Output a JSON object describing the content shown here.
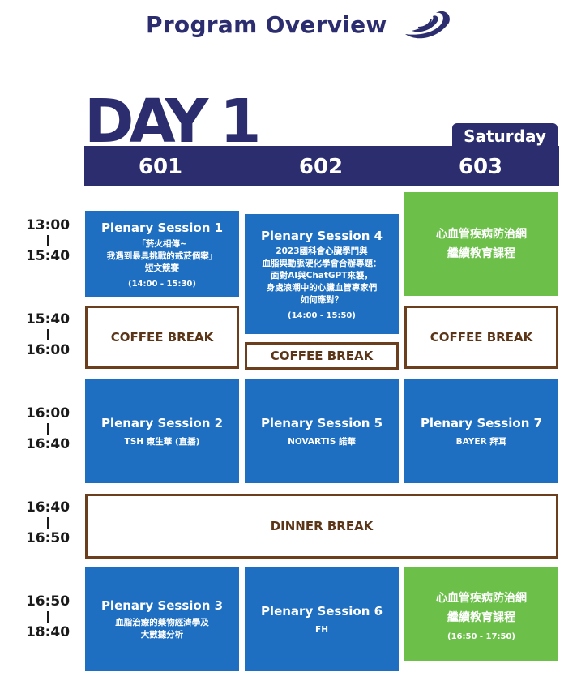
{
  "header": {
    "title": "Program Overview"
  },
  "day": {
    "label": "DAY 1",
    "weekday": "Saturday"
  },
  "rooms": [
    "601",
    "602",
    "603"
  ],
  "times": [
    {
      "start": "13:00",
      "end": "15:40"
    },
    {
      "start": "15:40",
      "end": "16:00"
    },
    {
      "start": "16:00",
      "end": "16:40"
    },
    {
      "start": "16:40",
      "end": "16:50"
    },
    {
      "start": "16:50",
      "end": "18:40"
    }
  ],
  "sessions": {
    "ps1": {
      "title": "Plenary Session 1",
      "sub": [
        "「菸火相傳~",
        "我遇到最具挑戰的戒菸個案」",
        "短文競賽"
      ],
      "time": "(14:00 - 15:30)"
    },
    "ps4": {
      "title": "Plenary Session 4",
      "sub": [
        "2023國科會心臟學門與",
        "血脂與動脈硬化學會合辦專題：",
        "面對AI與ChatGPT來襲，",
        "身處浪潮中的心臟血管專家們",
        "如何應對？"
      ],
      "time": "(14:00 - 15:50)"
    },
    "cme1": {
      "title": [
        "心血管疾病防治網",
        "繼續教育課程"
      ]
    },
    "ps2": {
      "title": "Plenary Session 2",
      "sub": "TSH 東生華 (直播)"
    },
    "ps5": {
      "title": "Plenary Session 5",
      "sub": "NOVARTIS 諾華"
    },
    "ps7": {
      "title": "Plenary Session 7",
      "sub": "BAYER 拜耳"
    },
    "ps3": {
      "title": "Plenary Session 3",
      "sub": [
        "血脂治療的藥物經濟學及",
        "大數據分析"
      ]
    },
    "ps6": {
      "title": "Plenary Session 6",
      "sub": "FH"
    },
    "cme2": {
      "title": [
        "心血管疾病防治網",
        "繼續教育課程"
      ],
      "time": "(16:50 - 17:50)"
    }
  },
  "breaks": {
    "coffee": "COFFEE BREAK",
    "dinner": "DINNER BREAK"
  },
  "colors": {
    "navy": "#2b2d6e",
    "blue": "#1e6fc1",
    "green": "#6cc04a",
    "brown": "#6b3e1e"
  }
}
